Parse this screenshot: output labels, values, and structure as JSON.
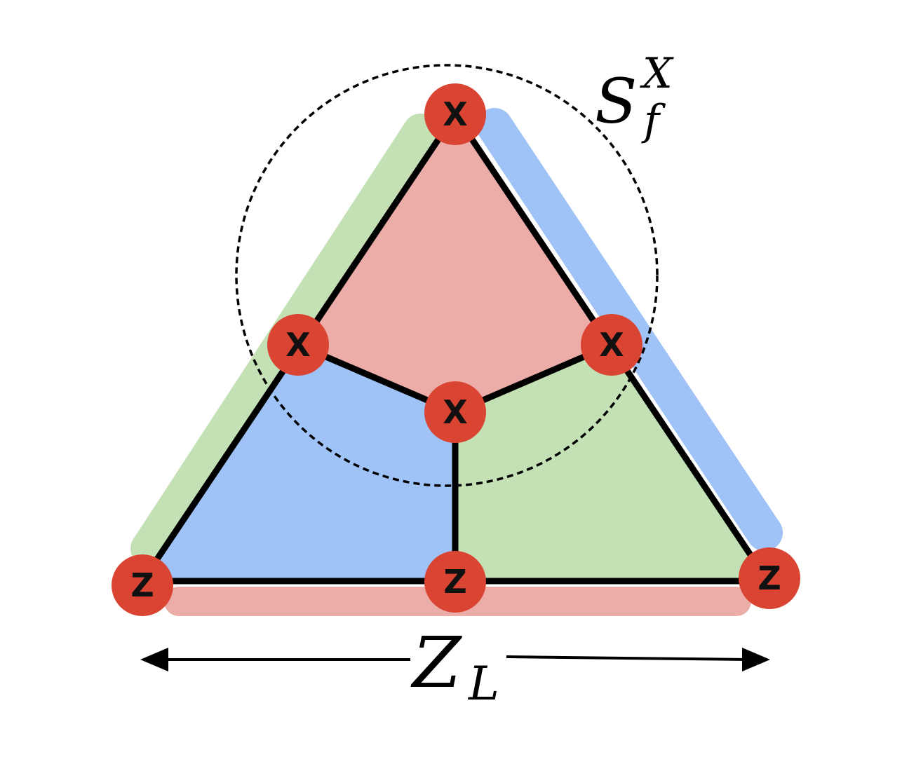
{
  "colors": {
    "face_red": "#ecaca8",
    "face_blue": "#9fc2f7",
    "face_green": "#c4e1b6",
    "node_fill": "#da4533",
    "edge": "#000000",
    "background": "#ffffff"
  },
  "stabilizer_label": {
    "base": "S",
    "subscript": "f",
    "superscript": "X"
  },
  "logical_label": {
    "base": "Z",
    "subscript": "L"
  },
  "faces": [
    {
      "name": "face-top-red",
      "color": "face_red"
    },
    {
      "name": "face-left-blue",
      "color": "face_blue"
    },
    {
      "name": "face-right-green",
      "color": "face_green"
    }
  ],
  "boundaries": [
    {
      "name": "boundary-left-green",
      "color": "face_green"
    },
    {
      "name": "boundary-right-blue",
      "color": "face_blue"
    },
    {
      "name": "boundary-bottom-red",
      "color": "face_red"
    }
  ],
  "nodes": [
    {
      "name": "qubit-top",
      "label": "X"
    },
    {
      "name": "qubit-mid-left",
      "label": "X"
    },
    {
      "name": "qubit-mid-right",
      "label": "X"
    },
    {
      "name": "qubit-center",
      "label": "X"
    },
    {
      "name": "qubit-bottom-left",
      "label": "Z"
    },
    {
      "name": "qubit-bottom-center",
      "label": "Z"
    },
    {
      "name": "qubit-bottom-right",
      "label": "Z"
    }
  ]
}
